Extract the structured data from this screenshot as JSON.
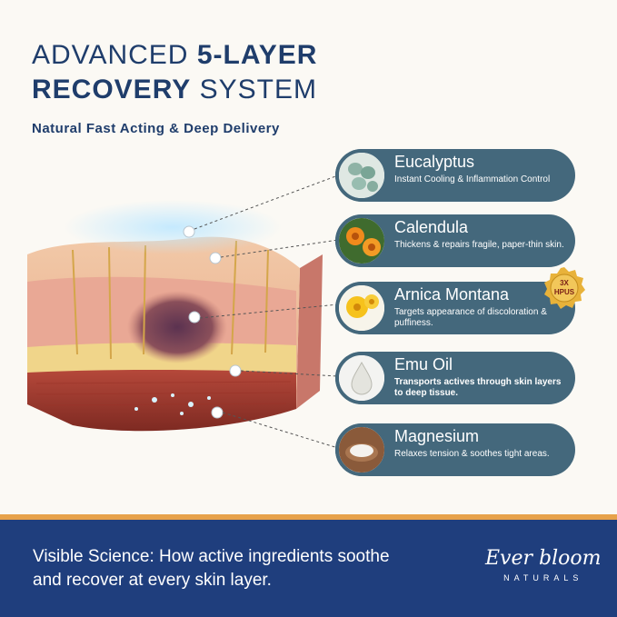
{
  "headline": {
    "line1_light": "ADVANCED",
    "line1_bold": "5-LAYER",
    "line2_bold": "RECOVERY",
    "line2_light": "SYSTEM"
  },
  "subhead": "Natural Fast Acting & Deep Delivery",
  "ingredients": [
    {
      "name": "Eucalyptus",
      "desc": "Instant Cooling & Inflammation Control",
      "icon": "eucalyptus-leaf-icon"
    },
    {
      "name": "Calendula",
      "desc": "Thickens & repairs fragile, paper-thin skin.",
      "icon": "calendula-flower-icon"
    },
    {
      "name": "Arnica Montana",
      "desc": "Targets appearance of discoloration & puffiness.",
      "icon": "arnica-flower-icon"
    },
    {
      "name": "Emu Oil",
      "desc": "Transports actives through skin layers to deep tissue.",
      "icon": "oil-drop-icon"
    },
    {
      "name": "Magnesium",
      "desc": "Relaxes tension & soothes tight areas.",
      "icon": "magnesium-salt-icon"
    }
  ],
  "badge": {
    "line1": "3X",
    "line2": "HPUS"
  },
  "footer": {
    "tagline": "Visible Science: How active ingredients soothe and recover at every skin layer.",
    "brand": "Ever bloom",
    "brand_sub": "NATURALS"
  },
  "colors": {
    "navy": "#1f3d6b",
    "pill": "#44687c",
    "footer": "#1f3e7d",
    "accent": "#e7a24a"
  }
}
